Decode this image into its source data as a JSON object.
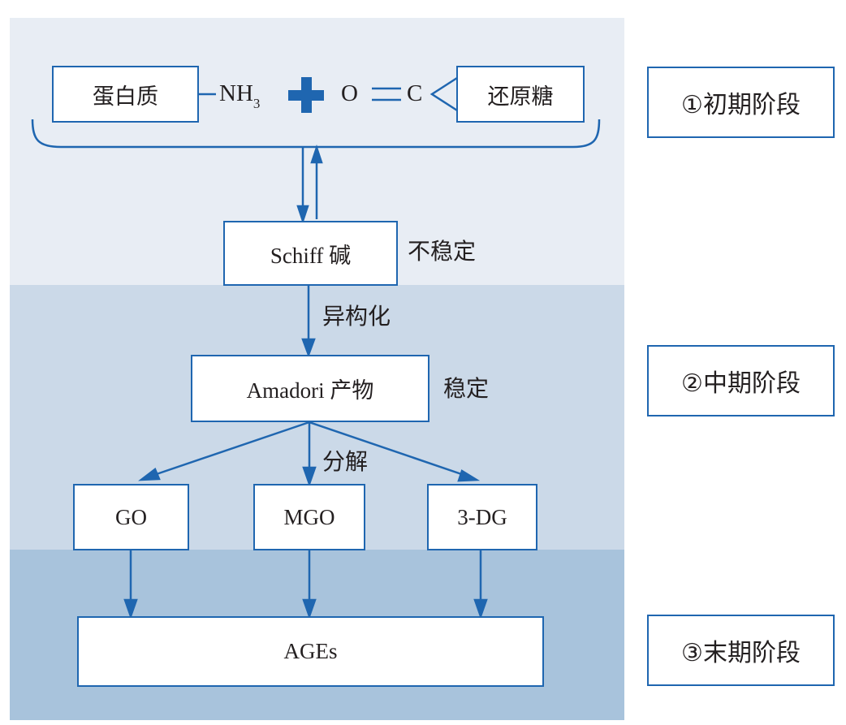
{
  "diagram": {
    "reactant_protein": "蛋白质",
    "amine_group": "NH",
    "amine_subscript": "3",
    "carbonyl_oxygen": "O",
    "carbonyl_carbon": "C",
    "reactant_sugar": "还原糖",
    "schiff_base": "Schiff 碱",
    "schiff_note": "不稳定",
    "isomerization_label": "异构化",
    "amadori_product": "Amadori 产物",
    "amadori_note": "稳定",
    "decomposition_label": "分解",
    "intermediates": [
      "GO",
      "MGO",
      "3-DG"
    ],
    "final_product": "AGEs"
  },
  "stages": [
    "①初期阶段",
    "②中期阶段",
    "③末期阶段"
  ],
  "colors": {
    "stroke": "#1f66b0",
    "band_early": "#e8edf4",
    "band_middle": "#cbd9e8",
    "band_late": "#a8c3dc"
  }
}
